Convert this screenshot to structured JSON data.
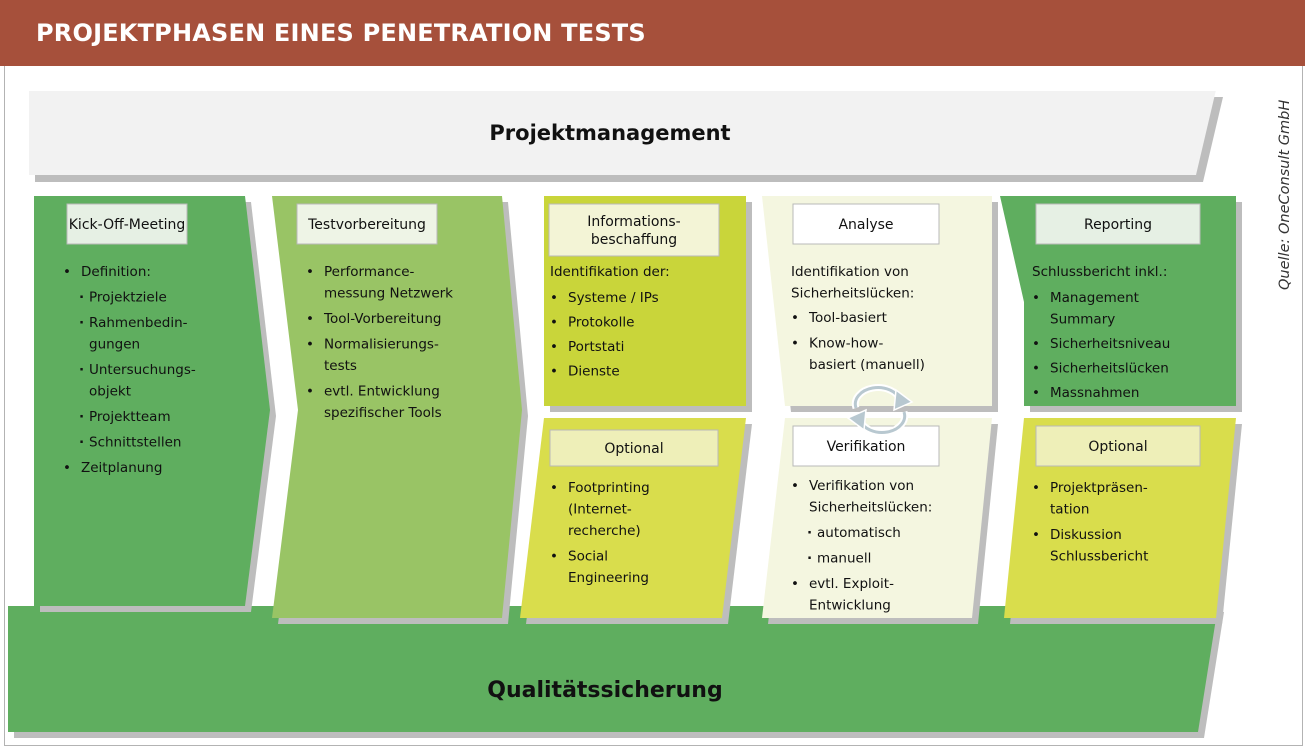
{
  "header": {
    "title": "PROJEKTPHASEN EINES PENETRATION TESTS"
  },
  "source_credit": "Quelle: OneConsult GmbH",
  "top_band": {
    "label": "Projektmanagement"
  },
  "bottom_band": {
    "label": "Qualitätssicherung"
  },
  "colors": {
    "header": "#a6503b",
    "dark_green": "#5fae5f",
    "light_green": "#99c465",
    "yellow_green": "#c9d53a",
    "yellow": "#d9dd4c",
    "cream": "#f4f6e0",
    "band_grey": "#f2f2f2"
  },
  "phases": [
    {
      "title": "Kick-Off-Meeting",
      "items": [
        {
          "text": "Definition:",
          "sub": [
            "Projektziele",
            "Rahmenbedin-\ngungen",
            "Untersuchungs-\nobjekt",
            "Projektteam",
            "Schnittstellen"
          ]
        },
        {
          "text": "Zeitplanung"
        }
      ]
    },
    {
      "title": "Testvorbereitung",
      "items": [
        {
          "text": "Performance-\nmessung Netzwerk"
        },
        {
          "text": "Tool-Vorbereitung"
        },
        {
          "text": "Normalisierungs-\ntests"
        },
        {
          "text": "evtl. Entwicklung\nspezifischer Tools"
        }
      ]
    },
    {
      "title": "Informations-\nbeschaffung",
      "intro": "Identifikation der:",
      "items": [
        {
          "text": "Systeme / IPs"
        },
        {
          "text": "Protokolle"
        },
        {
          "text": "Portstati"
        },
        {
          "text": "Dienste"
        }
      ],
      "optional": {
        "title": "Optional",
        "items": [
          {
            "text": "Footprinting\n(Internet-\nrecherche)"
          },
          {
            "text": "Social\nEngineering"
          }
        ]
      }
    },
    {
      "title": "Analyse",
      "intro": "Identifikation von\nSicherheitslücken:",
      "items": [
        {
          "text": "Tool-basiert"
        },
        {
          "text": "Know-how-\nbasiert (manuell)"
        }
      ],
      "lower": {
        "title": "Verifikation",
        "items": [
          {
            "text": "Verifikation von\nSicherheitslücken:",
            "sub": [
              "automatisch",
              "manuell"
            ]
          },
          {
            "text": "evtl. Exploit-\nEntwicklung"
          }
        ]
      }
    },
    {
      "title": "Reporting",
      "intro": "Schlussbericht inkl.:",
      "items": [
        {
          "text": "Management\nSummary"
        },
        {
          "text": "Sicherheitsniveau"
        },
        {
          "text": "Sicherheitslücken"
        },
        {
          "text": "Massnahmen"
        }
      ],
      "optional": {
        "title": "Optional",
        "items": [
          {
            "text": "Projektpräsen-\ntation"
          },
          {
            "text": "Diskussion\nSchlussbericht"
          }
        ]
      }
    }
  ]
}
